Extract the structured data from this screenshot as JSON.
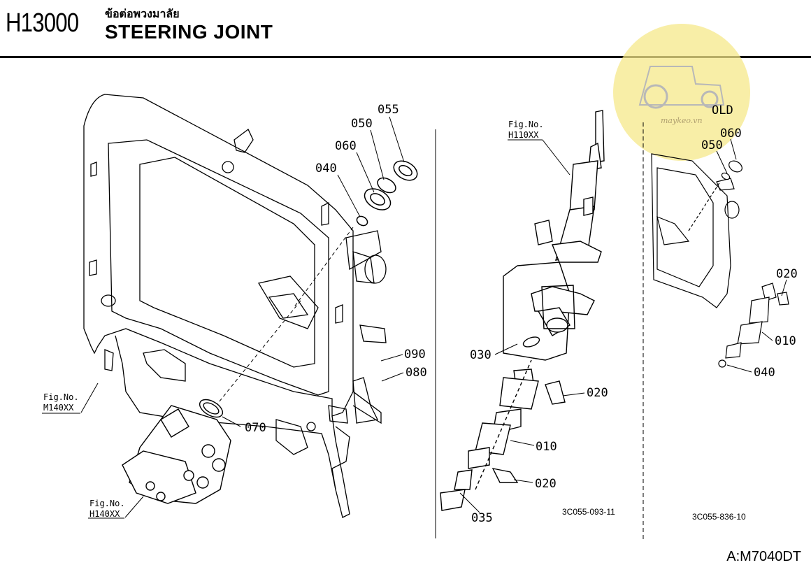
{
  "header": {
    "code": "H13000",
    "thai_title": "ข้อต่อพวงมาลัย",
    "title": "STEERING JOINT"
  },
  "watermark": {
    "text": "maykeo.vn",
    "color": "#f3e27a"
  },
  "old_variant": {
    "label": "OLD"
  },
  "fig_refs": {
    "m140": {
      "line1": "Fig.No.",
      "line2": "M140XX"
    },
    "h140": {
      "line1": "Fig.No.",
      "line2": "H140XX"
    },
    "h110": {
      "line1": "Fig.No.",
      "line2": "H110XX"
    }
  },
  "callouts": {
    "p055": "055",
    "p050": "050",
    "p060": "060",
    "p040": "040",
    "p090": "090",
    "p080": "080",
    "p070": "070",
    "p030": "030",
    "p020a": "020",
    "p010": "010",
    "p020b": "020",
    "p035": "035",
    "old050": "050",
    "old060": "060",
    "old020": "020",
    "old010": "010",
    "old040": "040"
  },
  "diagram_codes": {
    "center": "3C055-093-11",
    "right": "3C055-836-10"
  },
  "footer": {
    "model": "A:M7040DT"
  }
}
